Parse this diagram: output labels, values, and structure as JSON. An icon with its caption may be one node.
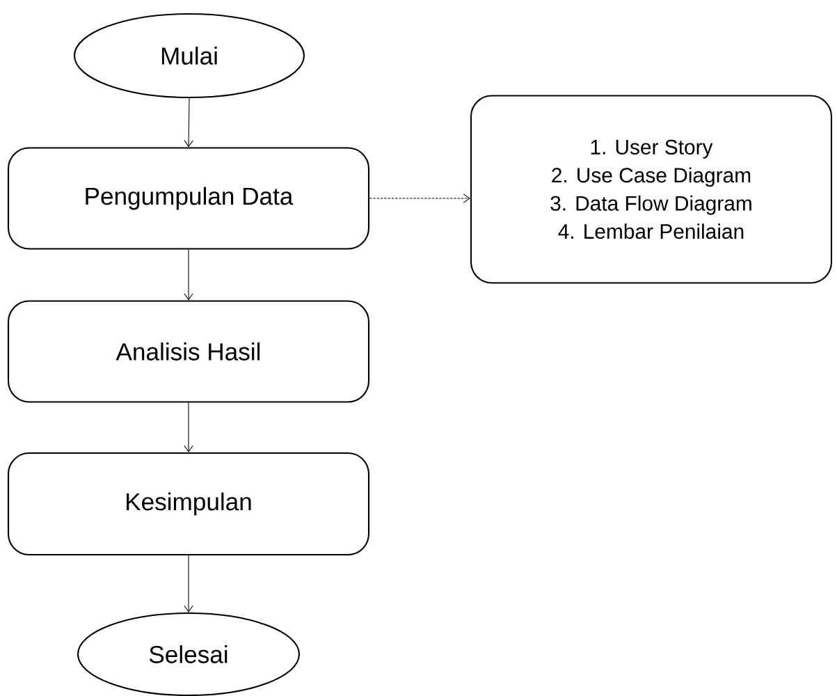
{
  "diagram": {
    "nodes": [
      {
        "text": [
          "Mulai"
        ]
      },
      {
        "text": [
          "Pengumpulan Data"
        ]
      },
      {
        "text": [
          "1. User Story",
          "2. Use Case Diagram",
          "3. Data Flow Diagram",
          "4. Lembar Penilaian"
        ]
      },
      {
        "text": [
          "Analisis Hasil"
        ]
      },
      {
        "text": [
          "Kesimpulan"
        ]
      },
      {
        "text": [
          "Selesai"
        ]
      }
    ],
    "edges": [
      {
        "from": 0,
        "to": 1,
        "arrow": "to"
      },
      {
        "from": 1,
        "to": 2,
        "arrow": "to",
        "style": "dashed"
      },
      {
        "from": 1,
        "to": 3,
        "arrow": "to"
      },
      {
        "from": 3,
        "to": 4,
        "arrow": "to"
      },
      {
        "from": 4,
        "to": 5,
        "arrow": "to"
      }
    ]
  }
}
